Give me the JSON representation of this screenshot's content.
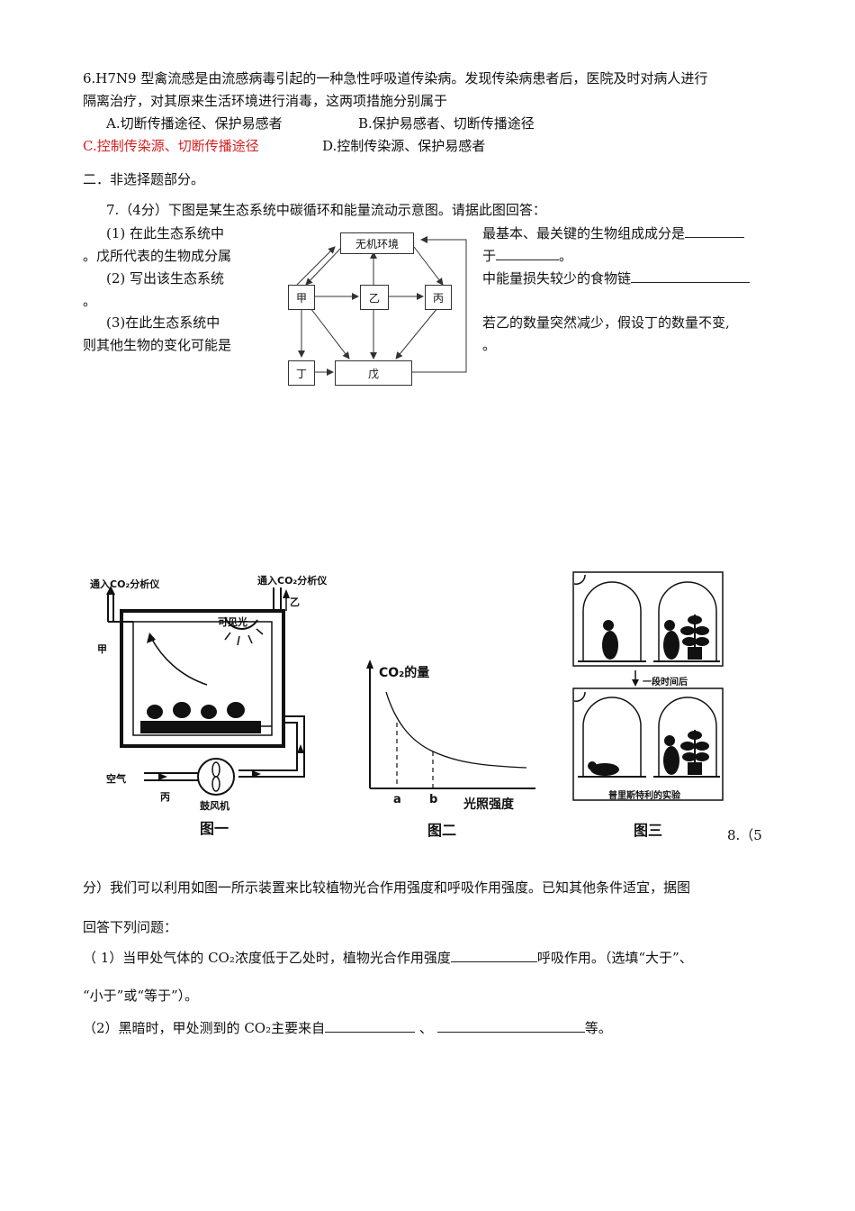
{
  "q6": {
    "line1": "6.H7N9 型禽流感是由流感病毒引起的一种急性呼吸道传染病。发现传染病患者后，医院及时对病人进行",
    "line2": "隔离治疗，对其原来生活环境进行消毒，这两项措施分别属于",
    "optA": "A.切断传播途径、保护易感者",
    "optB": "B.保护易感者、切断传播途径",
    "optC": "C.控制传染源、切断传播途径",
    "optD": "D.控制传染源、保护易感者"
  },
  "section2": "二．非选择题部分。",
  "q7": {
    "intro": "7.（4分）下图是某生态系统中碳循环和能量流动示意图。请据此图回答：",
    "p1_left": "(1) 在此生态系统中",
    "p1_right": "最基本、最关键的生物组成成分是",
    "p1b_left": "。戊所代表的生物成分属",
    "p1b_right": "于",
    "p1b_end": "。",
    "p2_left": "(2) 写出该生态系统",
    "p2_right": "中能量损失较少的食物链",
    "p2b_left": "。",
    "p3_left": "(3)在此生态系统中",
    "p3_right": "若乙的数量突然减少，假设丁的数量不变,",
    "p3b_left": "则其他生物的变化可能是",
    "p3b_right": "。",
    "diagram": {
      "env": "无机环境",
      "jia": "甲",
      "yi": "乙",
      "bing": "丙",
      "ding": "丁",
      "wu": "戊"
    }
  },
  "fig1": {
    "inlet_left": "通入CO₂分析仪",
    "inlet_right": "通入CO₂分析仪",
    "jia": "甲",
    "yi": "乙",
    "light": "可见光",
    "air": "空气",
    "bing": "丙",
    "fan": "鼓风机",
    "label": "图一"
  },
  "fig2": {
    "ylabel": "CO₂的量",
    "a": "a",
    "b": "b",
    "xlabel": "光照强度",
    "label": "图二"
  },
  "fig3": {
    "after": "一段时间后",
    "caption": "普里斯特利的实验",
    "label": "图三"
  },
  "q8": {
    "num": "8.（5",
    "intro": "分）我们可以利用如图一所示装置来比较植物光合作用强度和呼吸作用强度。已知其他条件适宜，据图",
    "intro2": "回答下列问题：",
    "p1a": "（ 1）当甲处气体的 CO₂浓度低于乙处时，植物光合作用强度",
    "p1b": "呼吸作用。（选填“大于”、",
    "p1c": "“小于”或“等于”）。",
    "p2a": "（2）黑暗时，甲处测到的 CO₂主要来自",
    "p2b": "、",
    "p2c": "等。"
  }
}
